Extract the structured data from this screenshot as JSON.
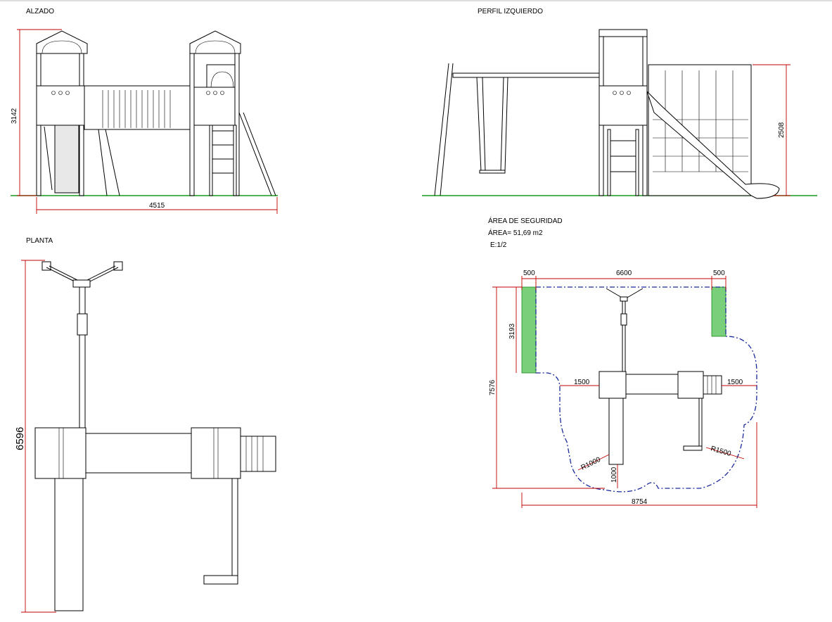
{
  "titles": {
    "alzado": "ALZADO",
    "perfil": "PERFIL IZQUIERDO",
    "planta": "PLANTA",
    "area": "ÁREA DE SEGURIDAD",
    "area_value": "ÁREA= 51,69 m2",
    "scale": "E:1/2"
  },
  "dimensions": {
    "alzado_height": "3142",
    "alzado_width": "4515",
    "perfil_height": "2508",
    "planta_length": "6596",
    "area_left_margin": "500",
    "area_top_width": "6600",
    "area_right_margin": "500",
    "area_side_depth": "3193",
    "area_total_height": "7576",
    "area_left_gap": "1500",
    "area_right_gap": "1500",
    "area_radius_small": "R1000",
    "area_bottom_gap": "1000",
    "area_radius_large": "R1500",
    "area_total_width": "8754"
  },
  "colors": {
    "ground": "#1a9a1a",
    "dimension": "#c00000",
    "safety_outline": "#1a2a9a",
    "margin_fill": "#7ad07a"
  }
}
